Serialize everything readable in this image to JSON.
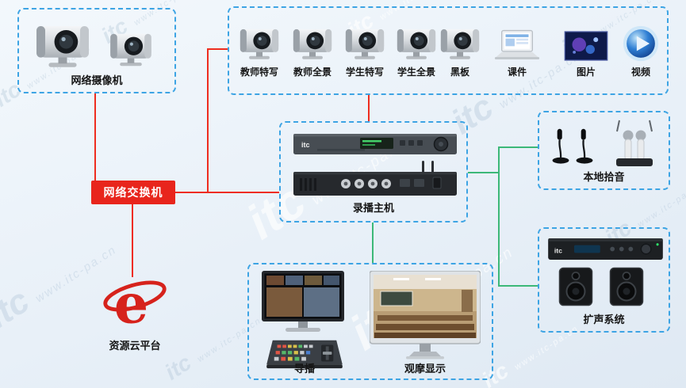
{
  "brand": "itc",
  "watermark": {
    "brand": "itc",
    "url": "www.itc-pa.cn"
  },
  "colors": {
    "box_border": "#3da4e4",
    "connection_red": "#ee2d1f",
    "connection_green": "#3cb878",
    "switch_bg": "#e8251c",
    "cloud_logo_red": "#d6221c"
  },
  "nodes": {
    "network_cameras": {
      "label": "网络摄像机"
    },
    "sources": [
      {
        "label": "教师特写"
      },
      {
        "label": "教师全景"
      },
      {
        "label": "学生特写"
      },
      {
        "label": "学生全景"
      },
      {
        "label": "黑板"
      },
      {
        "label": "课件"
      },
      {
        "label": "图片"
      },
      {
        "label": "视频"
      }
    ],
    "switch": {
      "label": "网络交换机"
    },
    "recorder": {
      "label": "录播主机"
    },
    "local_pickup": {
      "label": "本地拾音"
    },
    "sound_system": {
      "label": "扩声系统"
    },
    "cloud_platform": {
      "label": "资源云平台"
    },
    "director": {
      "label": "导播"
    },
    "observe_display": {
      "label": "观摩显示"
    }
  }
}
